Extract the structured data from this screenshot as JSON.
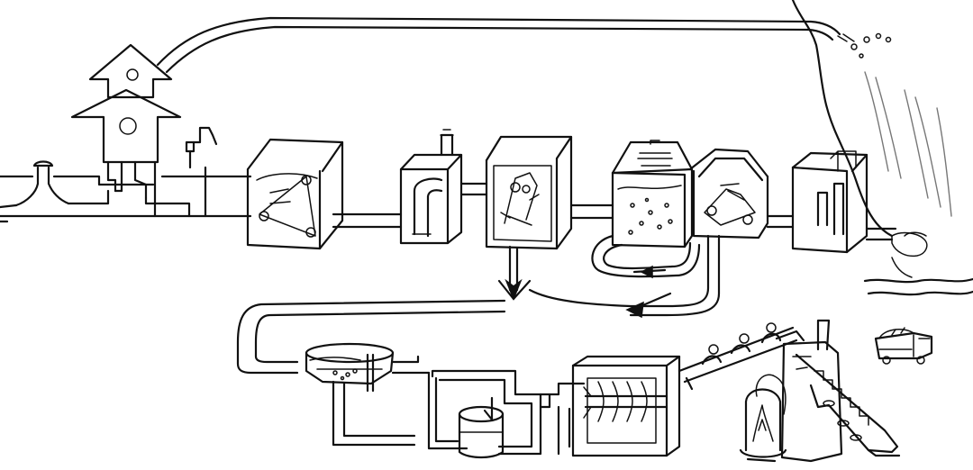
{
  "diagram": {
    "kind": "hand-drawn wastewater treatment process sketch",
    "has_text": false,
    "ink_color": "#111111",
    "background": "#ffffff",
    "units": [
      {
        "id": "house",
        "icon": "house-icon"
      },
      {
        "id": "sink",
        "icon": "sink-icon"
      },
      {
        "id": "screen",
        "icon": "bar-screen-icon"
      },
      {
        "id": "grit-tank",
        "icon": "tank-icon"
      },
      {
        "id": "primary-clarifier",
        "icon": "clarifier-icon"
      },
      {
        "id": "aeration-tank",
        "icon": "aeration-tank-icon"
      },
      {
        "id": "secondary-clarifier",
        "icon": "clarifier-icon"
      },
      {
        "id": "disinfection",
        "icon": "tank-icon"
      },
      {
        "id": "river-outfall",
        "icon": "river-icon"
      },
      {
        "id": "sludge-thickener",
        "icon": "thickener-icon"
      },
      {
        "id": "digester",
        "icon": "digester-icon"
      },
      {
        "id": "dewatering",
        "icon": "screw-press-icon"
      },
      {
        "id": "incinerator",
        "icon": "furnace-icon"
      },
      {
        "id": "truck",
        "icon": "truck-icon"
      }
    ]
  }
}
